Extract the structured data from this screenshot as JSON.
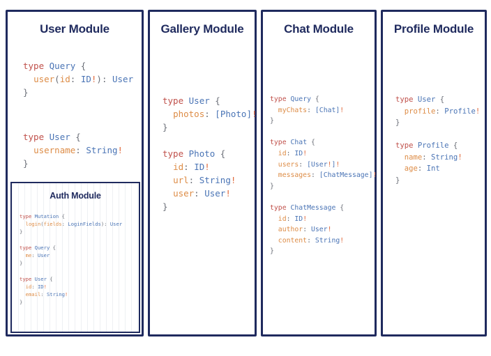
{
  "colors": {
    "border": "#1f2a5e",
    "title": "#1f2a5e",
    "keyword": "#c0514b",
    "type_name": "#4a74b5",
    "field_name": "#dd8c46",
    "punctuation": "#6b6f78",
    "non_null_bang": "#e06a3c",
    "background": "#ffffff"
  },
  "panels": [
    {
      "id": "user",
      "title": "User Module",
      "blocks": [
        {
          "lines": [
            [
              {
                "t": "type ",
                "c": "kw"
              },
              {
                "t": "Query",
                "c": "tn"
              },
              {
                "t": " {",
                "c": "pn"
              }
            ],
            [
              {
                "t": "  ",
                "c": "pn"
              },
              {
                "t": "user",
                "c": "fd"
              },
              {
                "t": "(",
                "c": "pn"
              },
              {
                "t": "id",
                "c": "fd"
              },
              {
                "t": ": ",
                "c": "pn"
              },
              {
                "t": "ID",
                "c": "tn"
              },
              {
                "t": "!",
                "c": "bang"
              },
              {
                "t": "): ",
                "c": "pn"
              },
              {
                "t": "User",
                "c": "tn"
              }
            ],
            [
              {
                "t": "}",
                "c": "pn"
              }
            ]
          ]
        },
        {
          "lines": [
            [
              {
                "t": "type ",
                "c": "kw"
              },
              {
                "t": "User",
                "c": "tn"
              },
              {
                "t": " {",
                "c": "pn"
              }
            ],
            [
              {
                "t": "  ",
                "c": "pn"
              },
              {
                "t": "username",
                "c": "fd"
              },
              {
                "t": ": ",
                "c": "pn"
              },
              {
                "t": "String",
                "c": "tn"
              },
              {
                "t": "!",
                "c": "bang"
              }
            ],
            [
              {
                "t": "}",
                "c": "pn"
              }
            ]
          ]
        }
      ],
      "subpanel": {
        "id": "auth",
        "title": "Auth Module",
        "blocks": [
          {
            "lines": [
              [
                {
                  "t": "type ",
                  "c": "kw"
                },
                {
                  "t": "Mutation",
                  "c": "tn"
                },
                {
                  "t": " {",
                  "c": "pn"
                }
              ],
              [
                {
                  "t": "  ",
                  "c": "pn"
                },
                {
                  "t": "login",
                  "c": "fd"
                },
                {
                  "t": "(",
                  "c": "pn"
                },
                {
                  "t": "fields",
                  "c": "fd"
                },
                {
                  "t": ": ",
                  "c": "pn"
                },
                {
                  "t": "LoginFields",
                  "c": "tn"
                },
                {
                  "t": "): ",
                  "c": "pn"
                },
                {
                  "t": "User",
                  "c": "tn"
                }
              ],
              [
                {
                  "t": "}",
                  "c": "pn"
                }
              ]
            ]
          },
          {
            "lines": [
              [
                {
                  "t": "type ",
                  "c": "kw"
                },
                {
                  "t": "Query",
                  "c": "tn"
                },
                {
                  "t": " {",
                  "c": "pn"
                }
              ],
              [
                {
                  "t": "  ",
                  "c": "pn"
                },
                {
                  "t": "me",
                  "c": "fd"
                },
                {
                  "t": ": ",
                  "c": "pn"
                },
                {
                  "t": "User",
                  "c": "tn"
                }
              ],
              [
                {
                  "t": "}",
                  "c": "pn"
                }
              ]
            ]
          },
          {
            "lines": [
              [
                {
                  "t": "type ",
                  "c": "kw"
                },
                {
                  "t": "User",
                  "c": "tn"
                },
                {
                  "t": " {",
                  "c": "pn"
                }
              ],
              [
                {
                  "t": "  ",
                  "c": "pn"
                },
                {
                  "t": "id",
                  "c": "fd"
                },
                {
                  "t": ": ",
                  "c": "pn"
                },
                {
                  "t": "ID",
                  "c": "tn"
                },
                {
                  "t": "!",
                  "c": "bang"
                }
              ],
              [
                {
                  "t": "  ",
                  "c": "pn"
                },
                {
                  "t": "email",
                  "c": "fd"
                },
                {
                  "t": ": ",
                  "c": "pn"
                },
                {
                  "t": "String",
                  "c": "tn"
                },
                {
                  "t": "!",
                  "c": "bang"
                }
              ],
              [
                {
                  "t": "}",
                  "c": "pn"
                }
              ]
            ]
          }
        ]
      }
    },
    {
      "id": "gallery",
      "title": "Gallery Module",
      "blocks": [
        {
          "lines": [
            [
              {
                "t": "type ",
                "c": "kw"
              },
              {
                "t": "User",
                "c": "tn"
              },
              {
                "t": " {",
                "c": "pn"
              }
            ],
            [
              {
                "t": "  ",
                "c": "pn"
              },
              {
                "t": "photos",
                "c": "fd"
              },
              {
                "t": ": ",
                "c": "pn"
              },
              {
                "t": "[",
                "c": "br"
              },
              {
                "t": "Photo",
                "c": "tn"
              },
              {
                "t": "]",
                "c": "br"
              },
              {
                "t": "!",
                "c": "bang"
              }
            ],
            [
              {
                "t": "}",
                "c": "pn"
              }
            ]
          ]
        },
        {
          "lines": [
            [
              {
                "t": "type ",
                "c": "kw"
              },
              {
                "t": "Photo",
                "c": "tn"
              },
              {
                "t": " {",
                "c": "pn"
              }
            ],
            [
              {
                "t": "  ",
                "c": "pn"
              },
              {
                "t": "id",
                "c": "fd"
              },
              {
                "t": ": ",
                "c": "pn"
              },
              {
                "t": "ID",
                "c": "tn"
              },
              {
                "t": "!",
                "c": "bang"
              }
            ],
            [
              {
                "t": "  ",
                "c": "pn"
              },
              {
                "t": "url",
                "c": "fd"
              },
              {
                "t": ": ",
                "c": "pn"
              },
              {
                "t": "String",
                "c": "tn"
              },
              {
                "t": "!",
                "c": "bang"
              }
            ],
            [
              {
                "t": "  ",
                "c": "pn"
              },
              {
                "t": "user",
                "c": "fd"
              },
              {
                "t": ": ",
                "c": "pn"
              },
              {
                "t": "User",
                "c": "tn"
              },
              {
                "t": "!",
                "c": "bang"
              }
            ],
            [
              {
                "t": "}",
                "c": "pn"
              }
            ]
          ]
        }
      ]
    },
    {
      "id": "chat",
      "title": "Chat Module",
      "blocks": [
        {
          "lines": [
            [
              {
                "t": "type ",
                "c": "kw"
              },
              {
                "t": "Query",
                "c": "tn"
              },
              {
                "t": " {",
                "c": "pn"
              }
            ],
            [
              {
                "t": "  ",
                "c": "pn"
              },
              {
                "t": "myChats",
                "c": "fd"
              },
              {
                "t": ": ",
                "c": "pn"
              },
              {
                "t": "[",
                "c": "br"
              },
              {
                "t": "Chat",
                "c": "tn"
              },
              {
                "t": "]",
                "c": "br"
              },
              {
                "t": "!",
                "c": "bang"
              }
            ],
            [
              {
                "t": "}",
                "c": "pn"
              }
            ]
          ]
        },
        {
          "lines": [
            [
              {
                "t": "type ",
                "c": "kw"
              },
              {
                "t": "Chat",
                "c": "tn"
              },
              {
                "t": " {",
                "c": "pn"
              }
            ],
            [
              {
                "t": "  ",
                "c": "pn"
              },
              {
                "t": "id",
                "c": "fd"
              },
              {
                "t": ": ",
                "c": "pn"
              },
              {
                "t": "ID",
                "c": "tn"
              },
              {
                "t": "!",
                "c": "bang"
              }
            ],
            [
              {
                "t": "  ",
                "c": "pn"
              },
              {
                "t": "users",
                "c": "fd"
              },
              {
                "t": ": ",
                "c": "pn"
              },
              {
                "t": "[",
                "c": "br"
              },
              {
                "t": "User",
                "c": "tn"
              },
              {
                "t": "!",
                "c": "bang"
              },
              {
                "t": "]",
                "c": "br"
              },
              {
                "t": "!",
                "c": "bang"
              }
            ],
            [
              {
                "t": "  ",
                "c": "pn"
              },
              {
                "t": "messages",
                "c": "fd"
              },
              {
                "t": ": ",
                "c": "pn"
              },
              {
                "t": "[",
                "c": "br"
              },
              {
                "t": "ChatMessage",
                "c": "tn"
              },
              {
                "t": "]",
                "c": "br"
              },
              {
                "t": "!",
                "c": "bang"
              }
            ],
            [
              {
                "t": "}",
                "c": "pn"
              }
            ]
          ]
        },
        {
          "lines": [
            [
              {
                "t": "type ",
                "c": "kw"
              },
              {
                "t": "ChatMessage",
                "c": "tn"
              },
              {
                "t": " {",
                "c": "pn"
              }
            ],
            [
              {
                "t": "  ",
                "c": "pn"
              },
              {
                "t": "id",
                "c": "fd"
              },
              {
                "t": ": ",
                "c": "pn"
              },
              {
                "t": "ID",
                "c": "tn"
              },
              {
                "t": "!",
                "c": "bang"
              }
            ],
            [
              {
                "t": "  ",
                "c": "pn"
              },
              {
                "t": "author",
                "c": "fd"
              },
              {
                "t": ": ",
                "c": "pn"
              },
              {
                "t": "User",
                "c": "tn"
              },
              {
                "t": "!",
                "c": "bang"
              }
            ],
            [
              {
                "t": "  ",
                "c": "pn"
              },
              {
                "t": "content",
                "c": "fd"
              },
              {
                "t": ": ",
                "c": "pn"
              },
              {
                "t": "String",
                "c": "tn"
              },
              {
                "t": "!",
                "c": "bang"
              }
            ],
            [
              {
                "t": "}",
                "c": "pn"
              }
            ]
          ]
        }
      ]
    },
    {
      "id": "profile",
      "title": "Profile Module",
      "blocks": [
        {
          "lines": [
            [
              {
                "t": "type ",
                "c": "kw"
              },
              {
                "t": "User",
                "c": "tn"
              },
              {
                "t": " {",
                "c": "pn"
              }
            ],
            [
              {
                "t": "  ",
                "c": "pn"
              },
              {
                "t": "profile",
                "c": "fd"
              },
              {
                "t": ": ",
                "c": "pn"
              },
              {
                "t": "Profile",
                "c": "tn"
              },
              {
                "t": "!",
                "c": "bang"
              }
            ],
            [
              {
                "t": "}",
                "c": "pn"
              }
            ]
          ]
        },
        {
          "lines": [
            [
              {
                "t": "type ",
                "c": "kw"
              },
              {
                "t": "Profile",
                "c": "tn"
              },
              {
                "t": " {",
                "c": "pn"
              }
            ],
            [
              {
                "t": "  ",
                "c": "pn"
              },
              {
                "t": "name",
                "c": "fd"
              },
              {
                "t": ": ",
                "c": "pn"
              },
              {
                "t": "String",
                "c": "tn"
              },
              {
                "t": "!",
                "c": "bang"
              }
            ],
            [
              {
                "t": "  ",
                "c": "pn"
              },
              {
                "t": "age",
                "c": "fd"
              },
              {
                "t": ": ",
                "c": "pn"
              },
              {
                "t": "Int",
                "c": "tn"
              }
            ],
            [
              {
                "t": "}",
                "c": "pn"
              }
            ]
          ]
        }
      ]
    }
  ]
}
